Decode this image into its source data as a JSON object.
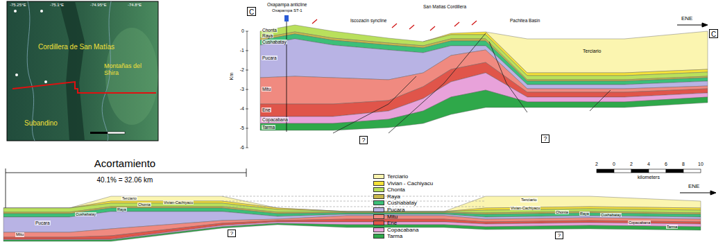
{
  "diagram": {
    "nodes": [
      {
        "text": [
          "C"
        ]
      },
      {
        "text": [
          "C"
        ]
      },
      {
        "text": [
          "?"
        ]
      },
      {
        "text": [
          "?"
        ]
      },
      {
        "text": [
          "?"
        ]
      },
      {
        "text": [
          "?"
        ]
      }
    ],
    "labels": [
      "-75.25°E",
      "-75.1°E",
      "-74.95°E",
      "-74.8°E",
      "Cordillera de San Matías",
      "Montañas del Shira",
      "Subandino",
      "Oxapampa anticline",
      "Oxapampa ST-1",
      "Iscozacin syncline",
      "San Matias Cordillera",
      "Pachitea Basin",
      "ENE",
      "Km",
      "0",
      "-1",
      "-2",
      "-3",
      "-4",
      "-5",
      "-6",
      "Chonta",
      "Raya",
      "Cushabatay",
      "Pucara",
      "Mitu",
      "Ene",
      "Copacabana",
      "Tarma",
      "Terciario",
      "2",
      "0",
      "2",
      "4",
      "6",
      "8",
      "10",
      "kilometers",
      "Acortamiento",
      "40.1% = 32.06 km",
      "ENE",
      "Terciario",
      "Vivian-Cachiyacu",
      "Cushabatay",
      "Raya",
      "Chonta",
      "Pucara",
      "Mitu",
      "Terciario",
      "Vivian-Cachiyacu",
      "Chonta",
      "Raya",
      "Cushabatay",
      "Copacabana",
      "Tarma"
    ],
    "legend": [
      {
        "text": "Terciario",
        "color": "#fbf5b0"
      },
      {
        "text": "Vivian - Cachiyacu",
        "color": "#f5e23a"
      },
      {
        "text": "Chonta",
        "color": "#b9e05c"
      },
      {
        "text": "Raya",
        "color": "#c9b84e"
      },
      {
        "text": "Cushabatay",
        "color": "#3cbf78"
      },
      {
        "text": "Pucara",
        "color": "#b8b3e4"
      },
      {
        "text": "Mitu",
        "color": "#f08a80"
      },
      {
        "text": "Ene",
        "color": "#e0554a"
      },
      {
        "text": "Copacabana",
        "color": "#e8a2da"
      },
      {
        "text": "Tarma",
        "color": "#2fa84a"
      }
    ]
  }
}
